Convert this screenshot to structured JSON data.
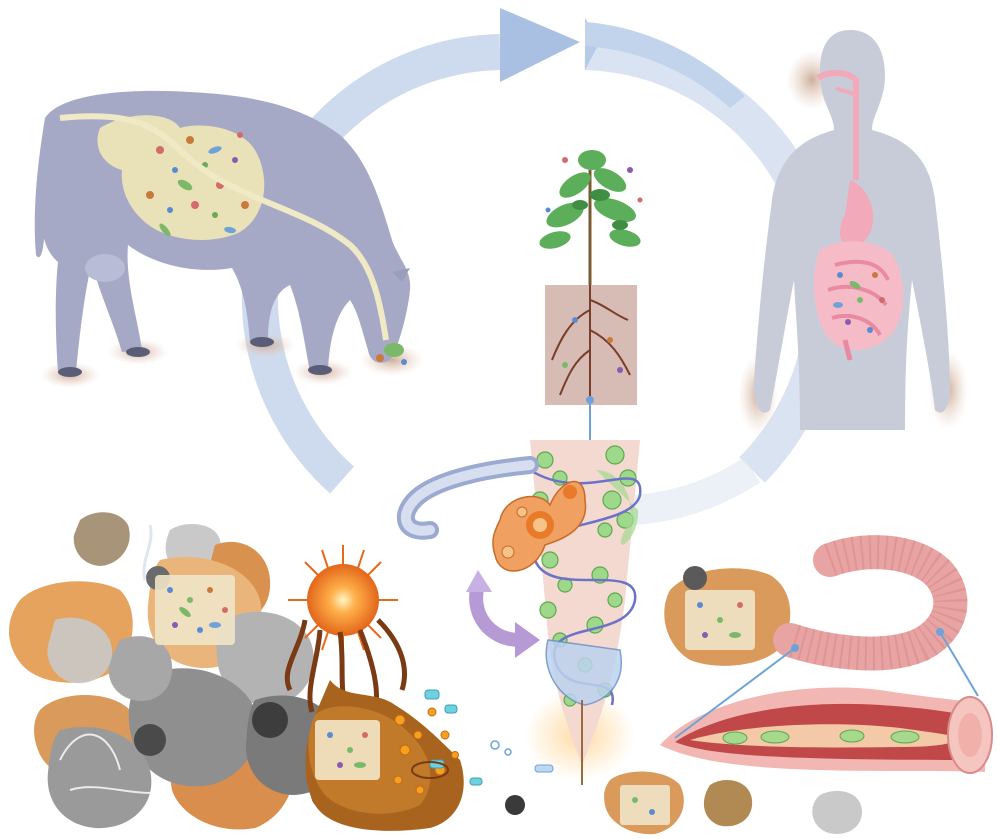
{
  "diagram": {
    "nodes": [
      {
        "id": "cow",
        "icon": "cow-gut-microbiome-icon"
      },
      {
        "id": "human",
        "icon": "human-gut-microbiome-icon"
      },
      {
        "id": "plant",
        "icon": "plant-root-microbiome-icon"
      },
      {
        "id": "root-tip",
        "icon": "root-tip-colonization-icon"
      },
      {
        "id": "soil",
        "icon": "soil-aggregates-icon"
      },
      {
        "id": "fungus",
        "icon": "fungal-fruiting-body-icon"
      },
      {
        "id": "earthworm",
        "icon": "earthworm-gut-icon"
      }
    ],
    "cycle_arrow": {
      "direction": "clockwise"
    },
    "colors": {
      "arrow": "#b9cbe6",
      "cow": "#a6a9c6",
      "human": "#c8ccd8",
      "gut": "#f2a9b9",
      "soil": "#d99a5c",
      "rock": "#a9a9a9",
      "microbe_green": "#7cc36a",
      "fungus": "#f07a22",
      "worm": "#e8a3a3"
    }
  }
}
